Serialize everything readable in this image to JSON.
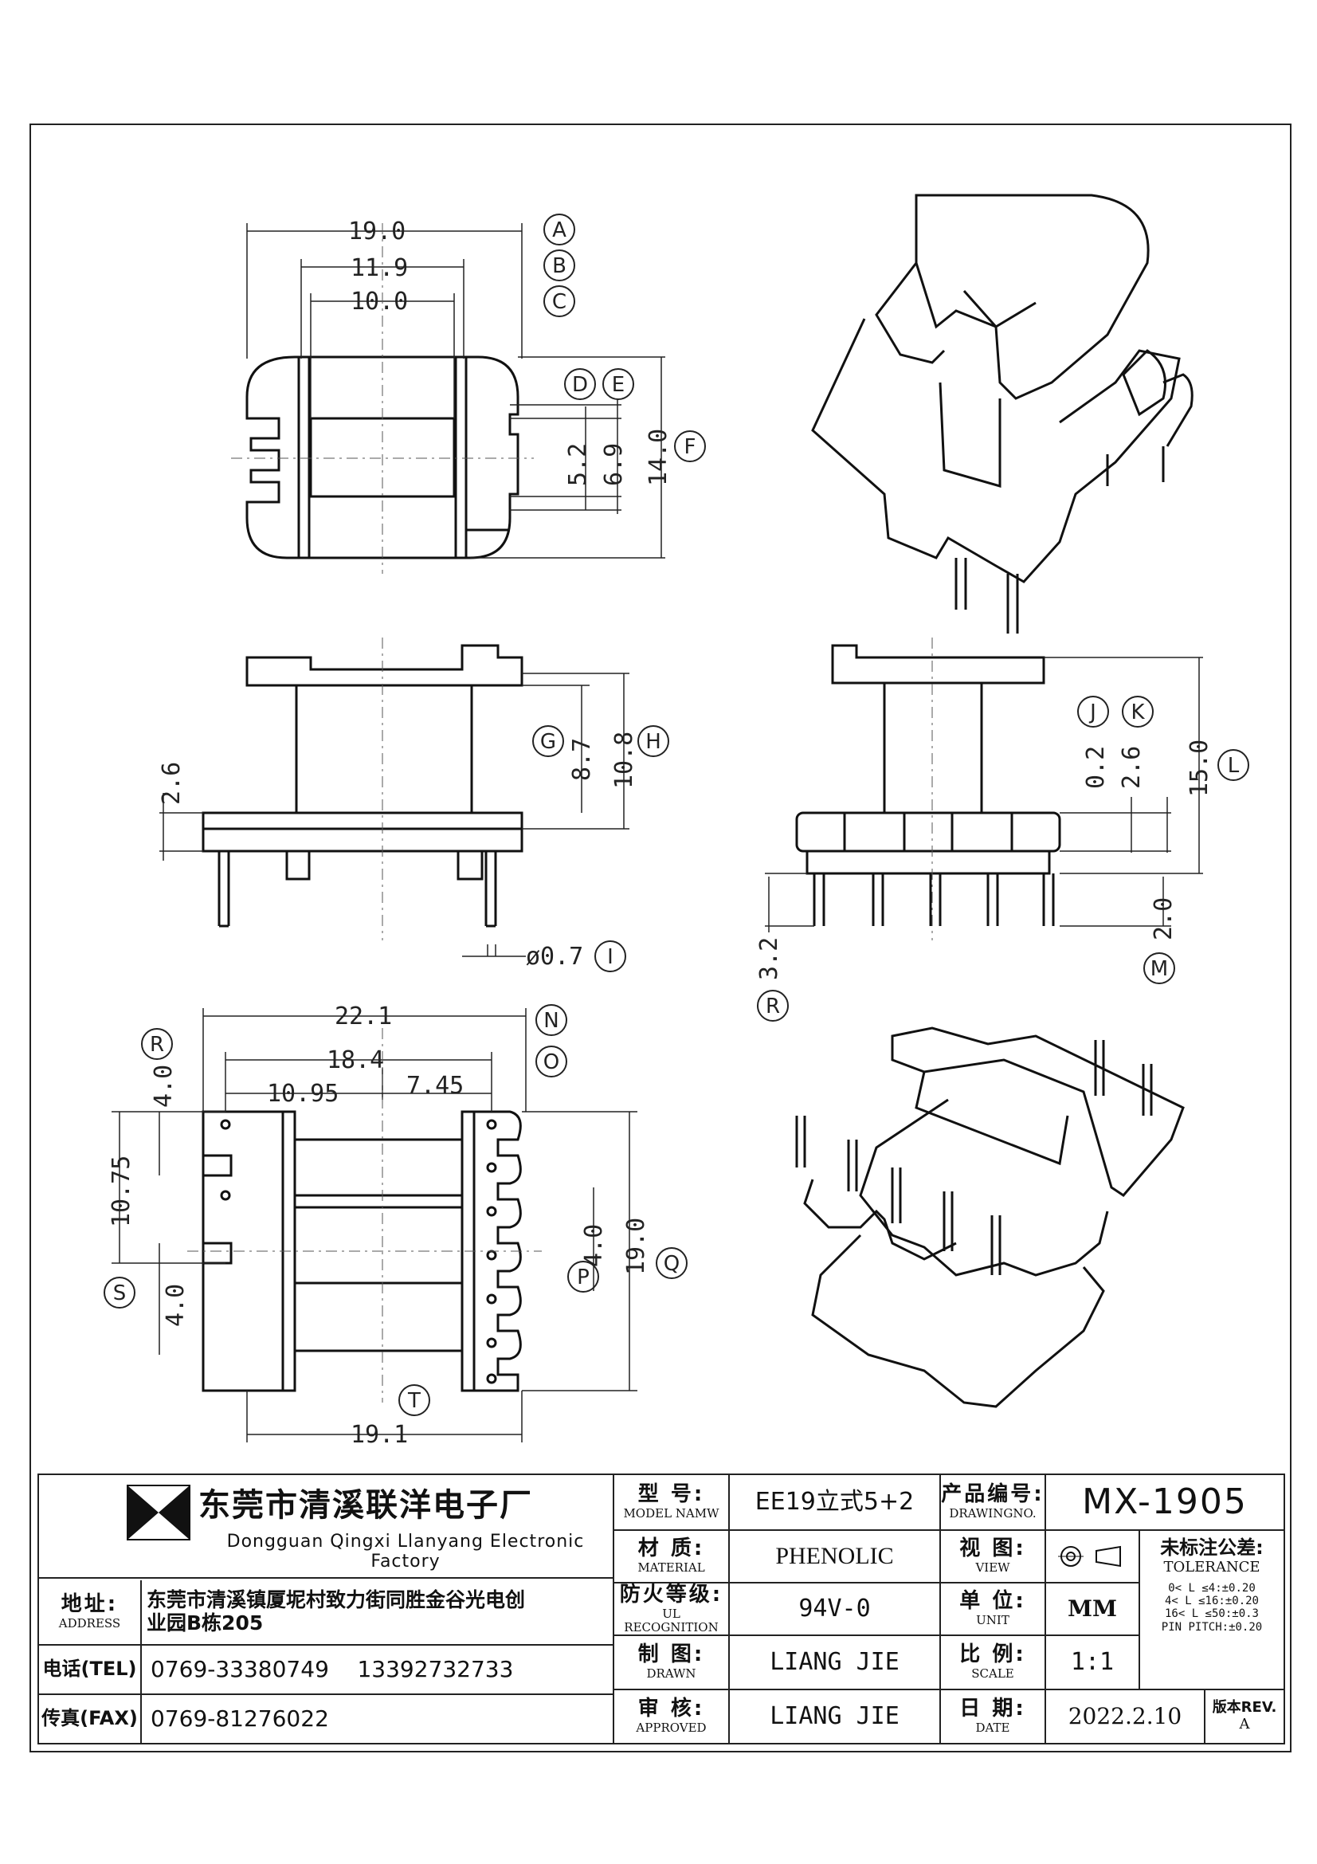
{
  "dimensions": {
    "top_view": [
      "19.0",
      "11.9",
      "10.0",
      "5.2",
      "6.9",
      "14.0"
    ],
    "front_view": [
      "8.7",
      "10.8",
      "2.6",
      "ø0.7"
    ],
    "side_view": [
      "0.2",
      "2.6",
      "15.0",
      "2.0",
      "3.2"
    ],
    "bottom_view": [
      "22.1",
      "18.4",
      "10.95",
      "7.45",
      "4.0",
      "10.75",
      "4.0",
      "4.0",
      "19.0",
      "19.1"
    ]
  },
  "circle_labels": [
    "A",
    "B",
    "C",
    "D",
    "E",
    "F",
    "G",
    "H",
    "I",
    "J",
    "K",
    "L",
    "M",
    "N",
    "O",
    "P",
    "Q",
    "R",
    "R",
    "S",
    "T"
  ],
  "title_block": {
    "company_cn": "东莞市清溪联洋电子厂",
    "company_en": "Dongguan Qingxi Llanyang Electronic Factory",
    "address_label_cn": "地址:",
    "address_label_en": "ADDRESS",
    "address_line1": "东莞市清溪镇厦坭村致力街同胜金谷光电创",
    "address_line2": "业园B栋205",
    "tel_label": "电话(TEL)",
    "tel_value": "0769-33380749    13392732733",
    "fax_label": "传真(FAX)",
    "fax_value": "0769-81276022",
    "model_label_cn": "型  号:",
    "model_label_en": "MODEL NAMW",
    "model_value": "EE19立式5+2",
    "material_label_cn": "材  质:",
    "material_label_en": "MATERIAL",
    "material_value": "PHENOLIC",
    "fire_label_cn": "防火等级:",
    "fire_label_en": "UL RECOGNITION",
    "fire_value": "94V-0",
    "drawn_label_cn": "制  图:",
    "drawn_label_en": "DRAWN",
    "drawn_value": "LIANG JIE",
    "approved_label_cn": "审  核:",
    "approved_label_en": "APPROVED",
    "approved_value": "LIANG JIE",
    "drawing_no_label_cn": "产品编号:",
    "drawing_no_label_en": "DRAWINGNO.",
    "drawing_no_value": "MX-1905",
    "view_label_cn": "视  图:",
    "view_label_en": "VIEW",
    "unit_label_cn": "单  位:",
    "unit_label_en": "UNIT",
    "unit_value": "MM",
    "scale_label_cn": "比  例:",
    "scale_label_en": "SCALE",
    "scale_value": "1:1",
    "date_label_cn": "日  期:",
    "date_label_en": "DATE",
    "date_value": "2022.2.10",
    "tolerance_title_cn": "未标注公差:",
    "tolerance_title_en": "TOLERANCE",
    "tolerance_lines": [
      "0< L ≤4:±0.20",
      "4< L ≤16:±0.20",
      "16< L ≤50:±0.3",
      "PIN PITCH:±0.20"
    ],
    "rev_label": "版本REV.",
    "rev_value": "A"
  }
}
